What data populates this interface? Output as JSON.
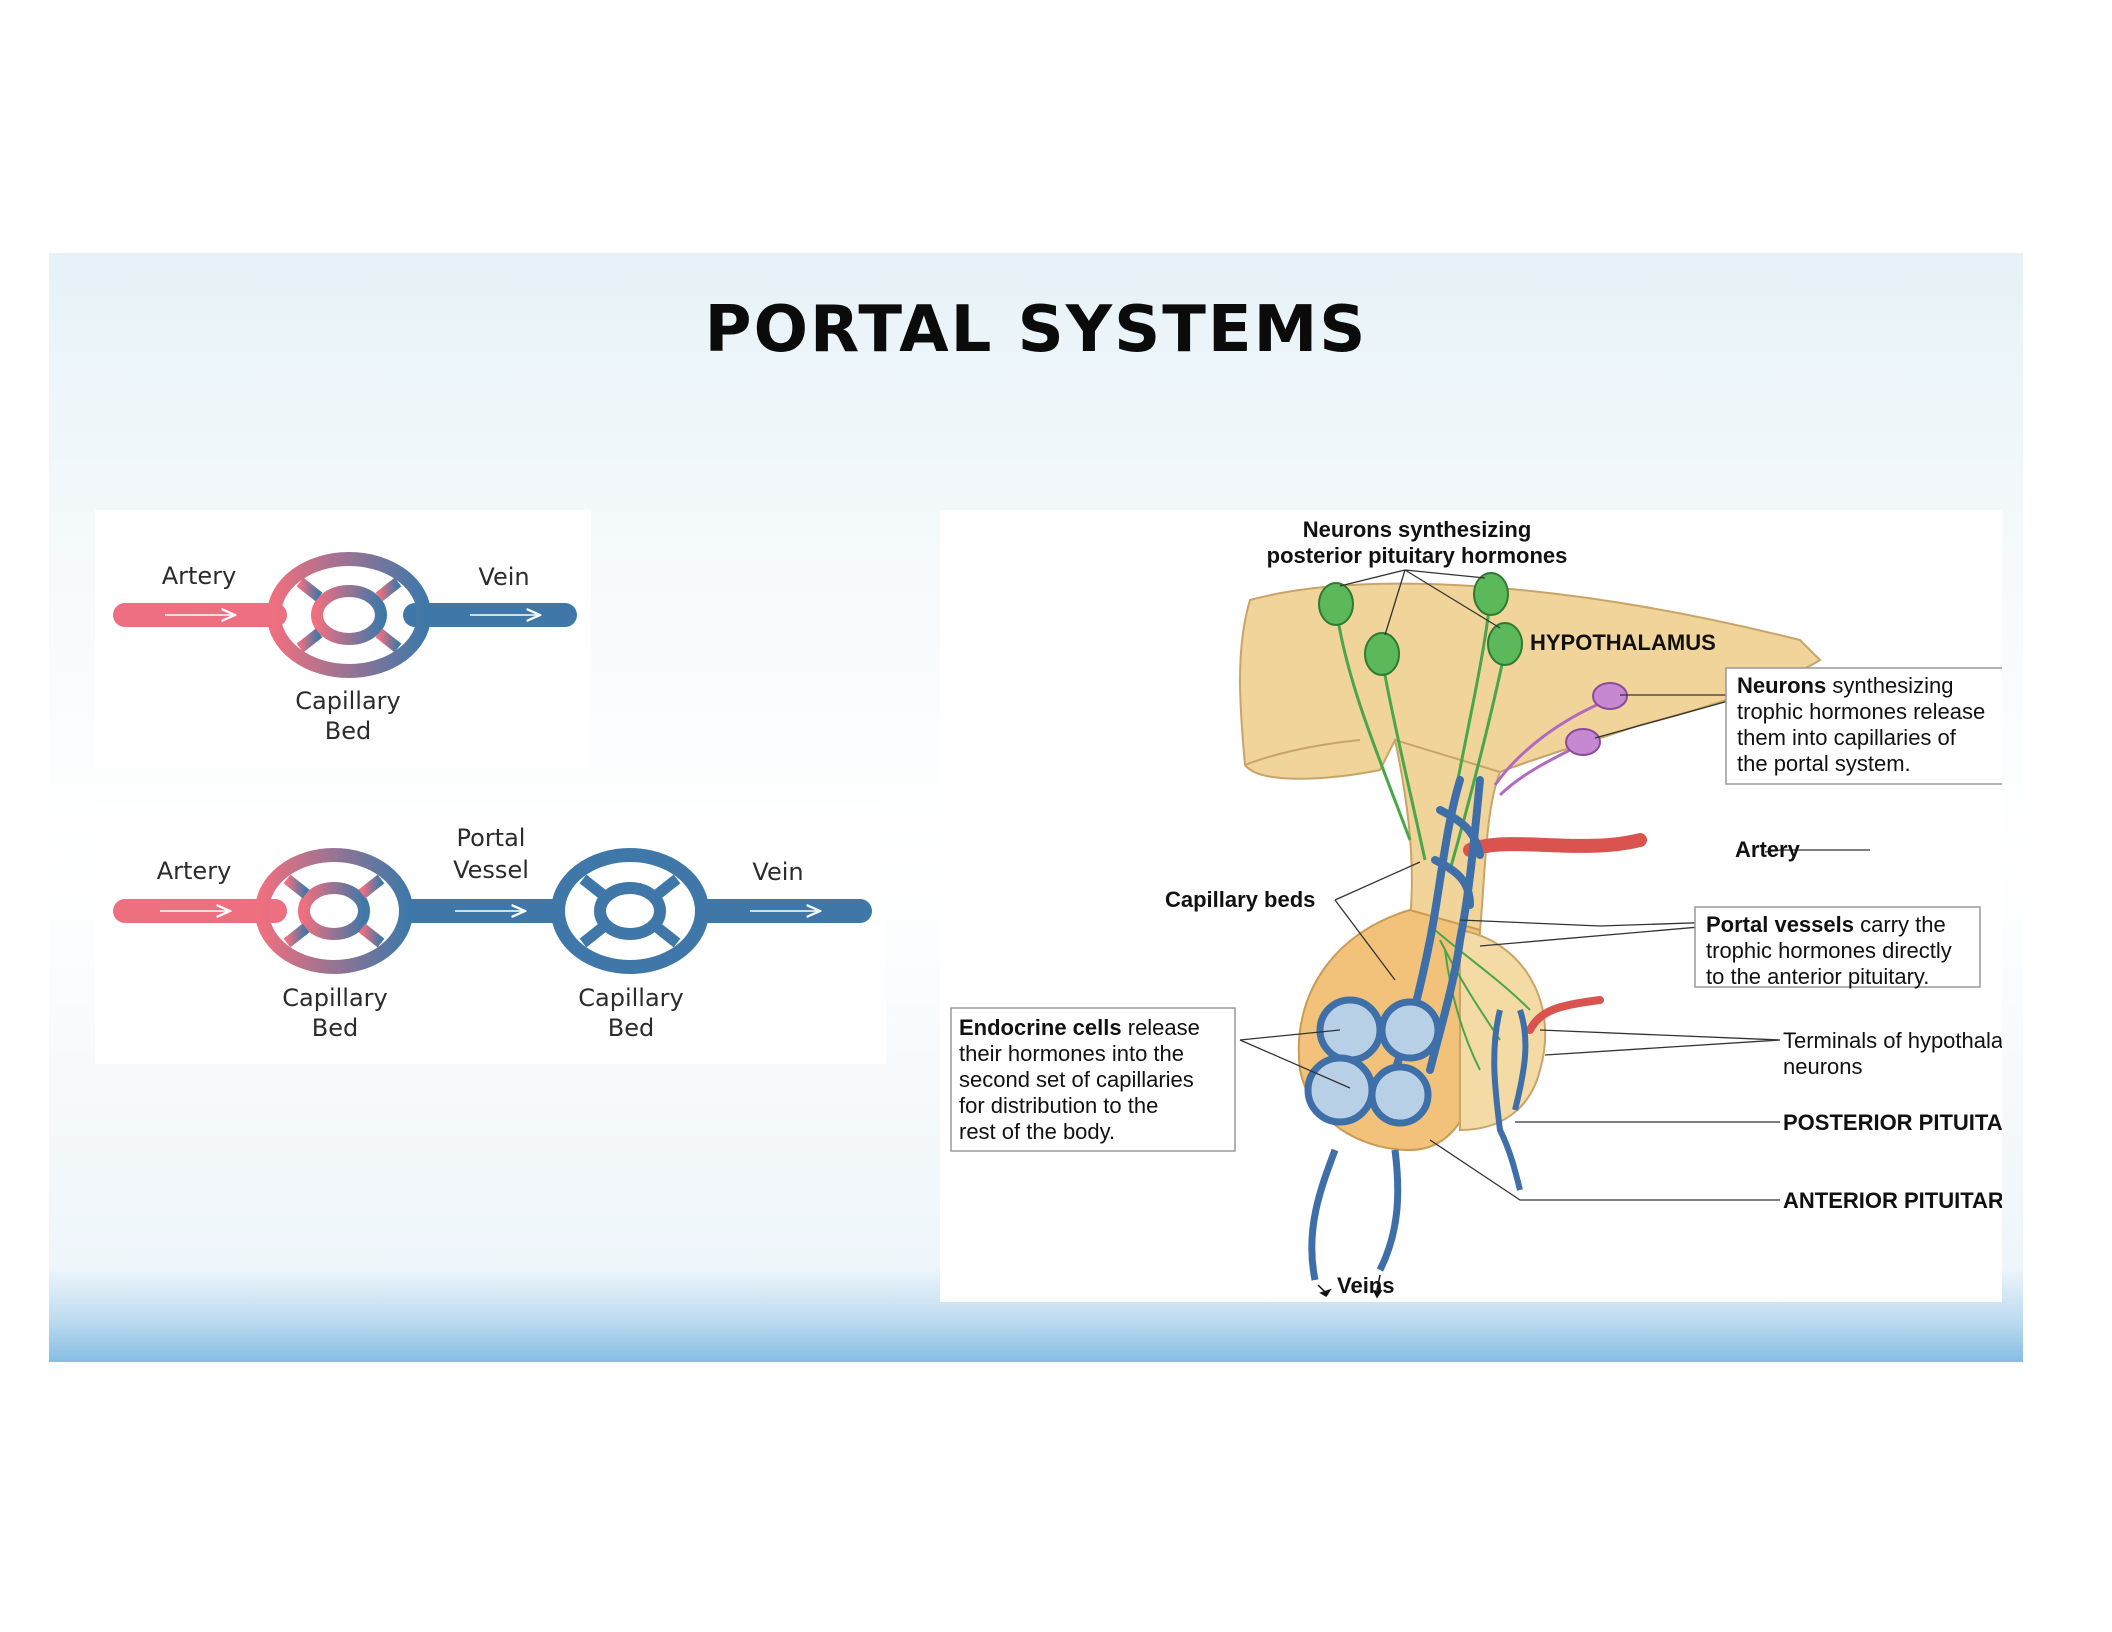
{
  "title": "PORTAL SYSTEMS",
  "colors": {
    "artery": "#ee6f7f",
    "vein": "#3f78a8",
    "neuron_green": "#4aa64a",
    "neuron_purple": "#b06bc0",
    "tissue": "#f0d49a"
  },
  "simple_diagram": {
    "artery_label": "Artery",
    "vein_label": "Vein",
    "bed_label_line1": "Capillary",
    "bed_label_line2": "Bed"
  },
  "portal_diagram": {
    "artery_label": "Artery",
    "portal_label_line1": "Portal",
    "portal_label_line2": "Vessel",
    "vein_label": "Vein",
    "bed1_line1": "Capillary",
    "bed1_line2": "Bed",
    "bed2_line1": "Capillary",
    "bed2_line2": "Bed"
  },
  "anatomy": {
    "neurons_posterior_line1": "Neurons synthesizing",
    "neurons_posterior_line2": "posterior pituitary hormones",
    "hypothalamus": "HYPOTHALAMUS",
    "trophic_bold": "Neurons",
    "trophic_line1_rest": " synthesizing",
    "trophic_line2": "trophic hormones release",
    "trophic_line3": "them into capillaries of",
    "trophic_line4": "the portal system.",
    "artery": "Artery",
    "capillary_beds": "Capillary beds",
    "portal_bold": "Portal vessels",
    "portal_line1_rest": " carry the",
    "portal_line2": "trophic hormones directly",
    "portal_line3": "to the anterior pituitary.",
    "endocrine_bold": "Endocrine cells",
    "endocrine_line1_rest": " release",
    "endocrine_line2": "their hormones into the",
    "endocrine_line3": "second set of capillaries",
    "endocrine_line4": "for distribution to the",
    "endocrine_line5": "rest of the body.",
    "terminals_line1": "Terminals of hypothalamic",
    "terminals_line2": "neurons",
    "posterior_pituitary": "POSTERIOR PITUITARY",
    "anterior_pituitary": "ANTERIOR PITUITARY",
    "veins": "Veins"
  }
}
